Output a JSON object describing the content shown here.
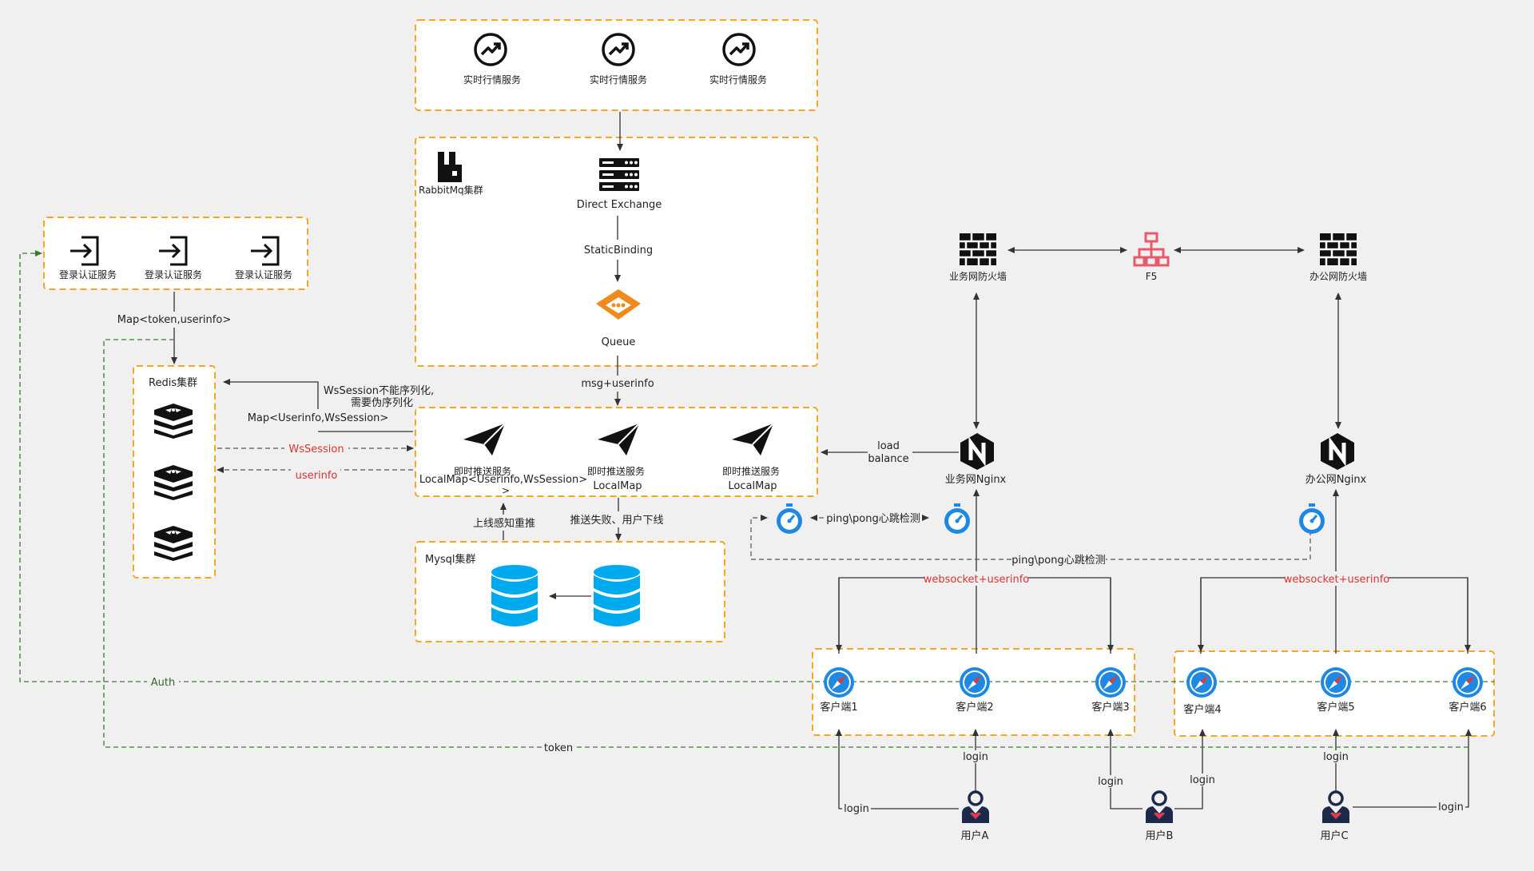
{
  "market": {
    "items": [
      "实时行情服务",
      "实时行情服务",
      "实时行情服务"
    ]
  },
  "rabbit": {
    "cluster_label": "RabbitMq集群",
    "exchange": "Direct Exchange",
    "binding": "StaticBinding",
    "queue": "Queue"
  },
  "auth": {
    "items": [
      "登录认证服务",
      "登录认证服务",
      "登录认证服务"
    ],
    "map_label": "Map<token,userinfo>"
  },
  "redis": {
    "title": "Redis集群"
  },
  "push": {
    "items": [
      {
        "name": "即时推送服务",
        "sub": "LocalMap<Userinfo,WsSession>"
      },
      {
        "name": "即时推送服务",
        "sub": "LocalMap"
      },
      {
        "name": "即时推送服务",
        "sub": "LocalMap"
      }
    ],
    "msg_label": "msg+userinfo",
    "ws_note_1": "WsSession不能序列化,",
    "ws_note_2": "需要伪序列化",
    "map_label": "Map<Userinfo,WsSession>",
    "ws_session": "WsSession",
    "userinfo": "userinfo",
    "online": "上线感知重推",
    "offline": "推送失败、用户下线"
  },
  "mysql": {
    "title": "Mysql集群"
  },
  "network": {
    "fw_business": "业务网防火墙",
    "f5": "F5",
    "fw_office": "办公网防火墙",
    "nginx_business": "业务网Nginx",
    "nginx_office": "办公网Nginx",
    "load_balance_1": "load",
    "load_balance_2": "balance",
    "ping1": "ping\\pong心跳检测",
    "ping2": "ping\\pong心跳检测",
    "ws1": "websocket+userinfo",
    "ws2": "websocket+userinfo"
  },
  "clients": [
    "客户端1",
    "客户端2",
    "客户端3",
    "客户端4",
    "客户端5",
    "客户端6"
  ],
  "users": [
    "用户A",
    "用户B",
    "用户C"
  ],
  "edges": {
    "login": "login",
    "auth": "Auth",
    "token": "token"
  },
  "colors": {
    "group_border": "#f5a623",
    "db": "#00aaee",
    "clock": "#1e88e5",
    "f5": "#e85a6a",
    "queue": "#f08a1c",
    "green": "#3a7a30"
  }
}
